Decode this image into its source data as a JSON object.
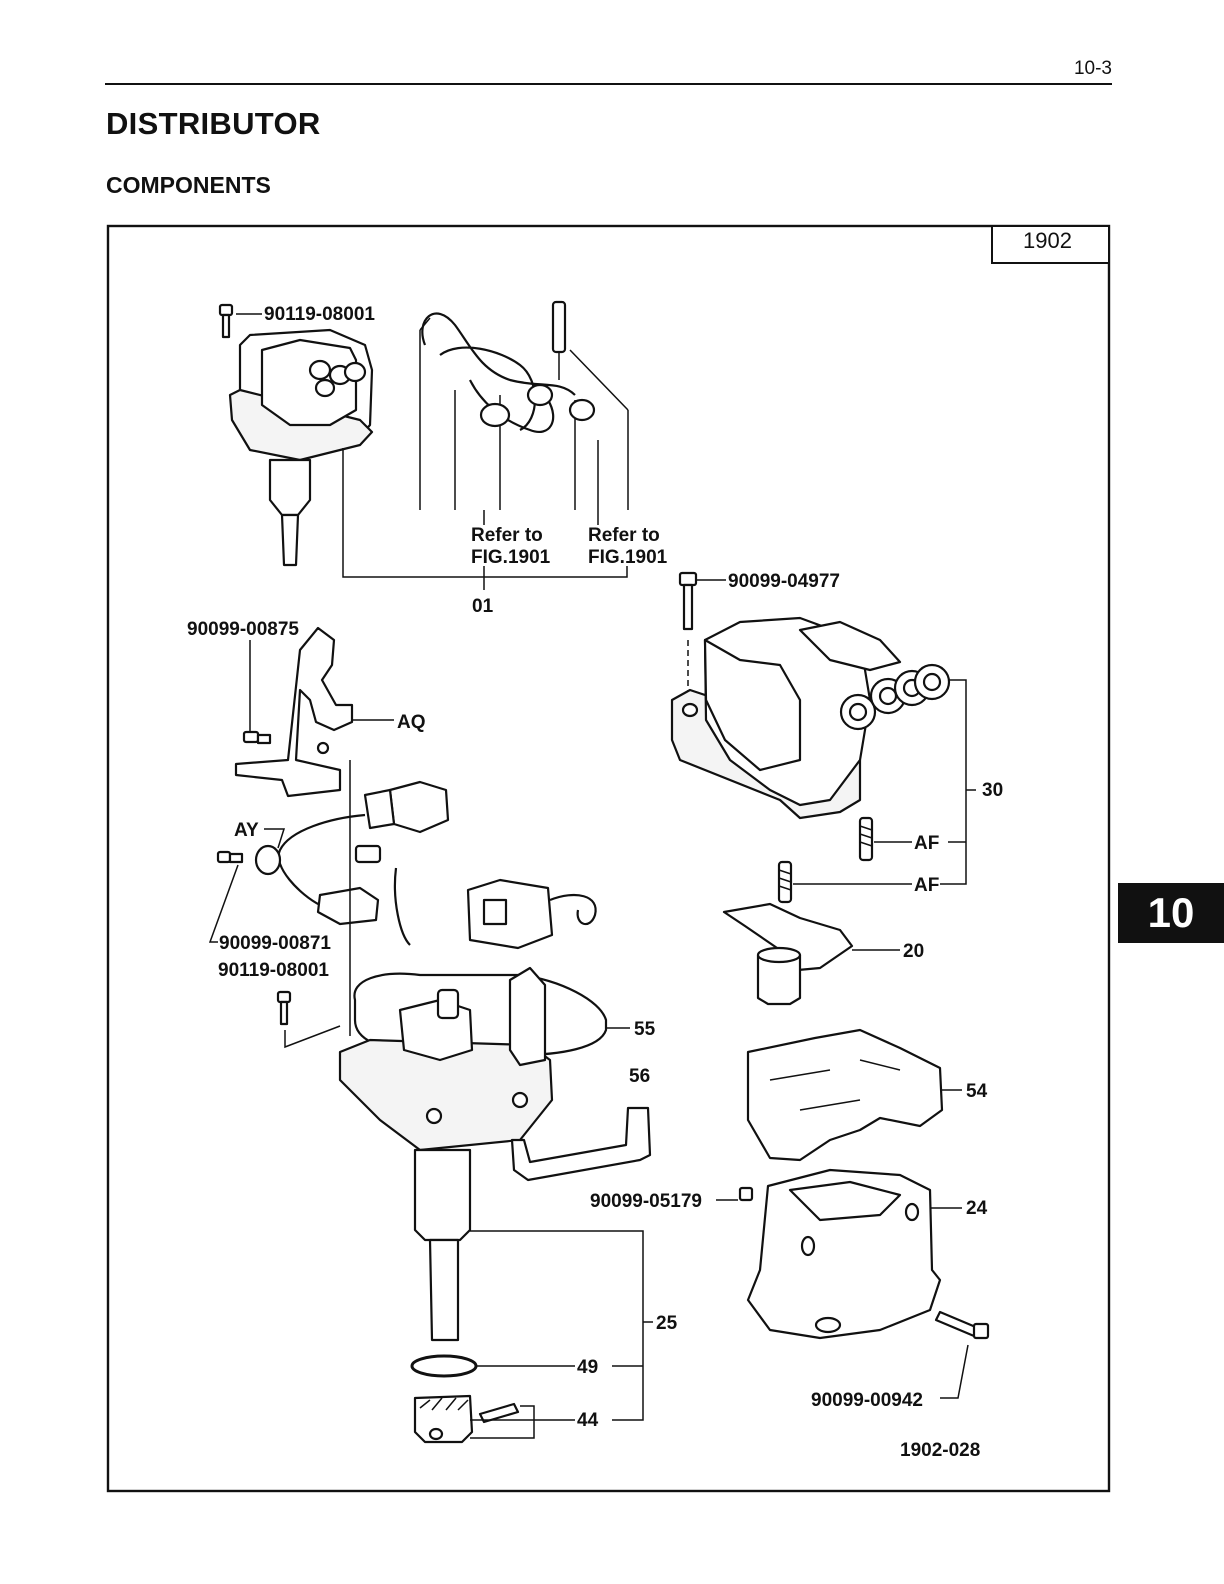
{
  "page": {
    "number": "10-3",
    "title": "DISTRIBUTOR",
    "section": "COMPONENTS",
    "tab": "10"
  },
  "figure": {
    "box_label": "1902",
    "figure_code": "1902-028",
    "refer_left": [
      "Refer to",
      "FIG.1901"
    ],
    "refer_right": [
      "Refer to",
      "FIG.1901"
    ],
    "callouts": {
      "p90119_top": "90119-08001",
      "p01": "01",
      "p90099_04977": "90099-04977",
      "p90099_00875": "90099-00875",
      "AQ": "AQ",
      "p30": "30",
      "AY": "AY",
      "AF_1": "AF",
      "AF_2": "AF",
      "p90099_00871": "90099-00871",
      "p90119_mid": "90119-08001",
      "p20": "20",
      "p55": "55",
      "p56": "56",
      "p54": "54",
      "p90099_05179": "90099-05179",
      "p24": "24",
      "p25": "25",
      "p49": "49",
      "p44": "44",
      "p90099_00942": "90099-00942"
    }
  }
}
